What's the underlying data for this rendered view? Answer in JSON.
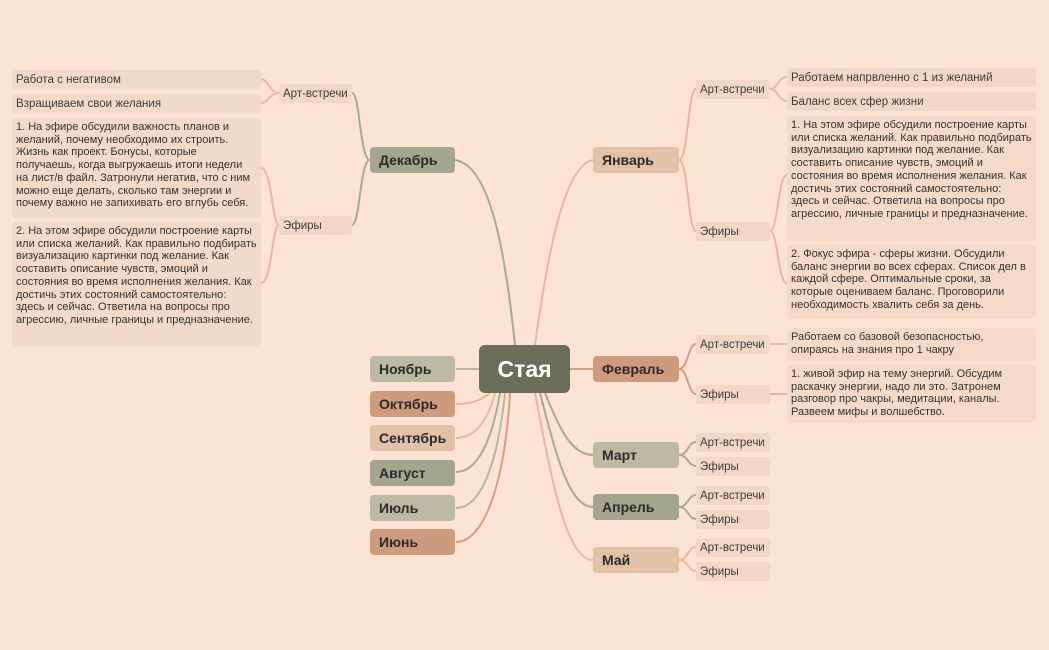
{
  "colors": {
    "background": "#fde3d3",
    "root": "#6b6e58",
    "line_green": "#a8ab92",
    "line_pink": "#e8b9a0",
    "line_orange": "#d79d80"
  },
  "root": {
    "label": "Стая"
  },
  "left": {
    "december": {
      "label": "Декабрь",
      "art": "Арт-встречи",
      "art_items": [
        "Работа с негативом",
        "Взращиваем свои желания"
      ],
      "efiry": "Эфиры",
      "efiry_items": [
        "1. На эфире обсудили важность планов и желаний, почему необходимо их строить. Жизнь как проект. Бонусы, которые получаешь, когда выгружаешь итоги недели на лист/в файл. Затронули негатив, что с ним можно еще делать, сколько там энергии и почему важно не запихивать его вглубь себя.",
        "2.  На этом эфире обсудили построение карты или списка желаний. Как правильно подбирать визуализацию картинки под желание. Как составить описание чувств, эмоций и состояния во время исполнения желания. Как достичь этих состояний самостоятельно: здесь и сейчас. Ответила на вопросы про агрессию, личные границы и предназначение."
      ]
    },
    "months": [
      "Ноябрь",
      "Октябрь",
      "Сентябрь",
      "Август",
      "Июль",
      "Июнь"
    ]
  },
  "right": {
    "january": {
      "label": "Январь",
      "art": "Арт-встречи",
      "art_items": [
        "Работаем напрвленно с 1 из желаний",
        "Баланс всех сфер жизни"
      ],
      "efiry": "Эфиры",
      "efiry_items": [
        "1. На этом эфире обсудили построение карты или списка желаний. Как правильно подбирать визуализацию картинки под желание. Как составить описание чувств, эмоций и состояния во время исполнения желания. Как достичь этих состояний самостоятельно: здесь и сейчас. Ответила на вопросы про агрессию, личные границы и предназначение.",
        "2. Фокус эфира - сферы жизни. Обсудили баланс энергии во всех сферах. Список дел в каждой сфере. Оптимальные сроки, за которые оцениваем баланс. Проговорили необходимость хвалить себя за день."
      ]
    },
    "february": {
      "label": "Февраль",
      "art": "Арт-встречи",
      "art_item": "Работаем со базовой безопасностью, опираясь на знания про 1 чакру",
      "efiry": "Эфиры",
      "efiry_item": "1. живой эфир на тему энергий. Обсудим раскачку энергии, надо ли это. Затронем разговор про чакры, медитации, каналы. Развеем мифы и волшебство."
    },
    "march": {
      "label": "Март",
      "art": "Арт-встречи",
      "efiry": "Эфиры"
    },
    "april": {
      "label": "Апрель",
      "art": "Арт-встречи",
      "efiry": "Эфиры"
    },
    "may": {
      "label": "Май",
      "art": "Арт-встречи",
      "efiry": "Эфиры"
    }
  }
}
